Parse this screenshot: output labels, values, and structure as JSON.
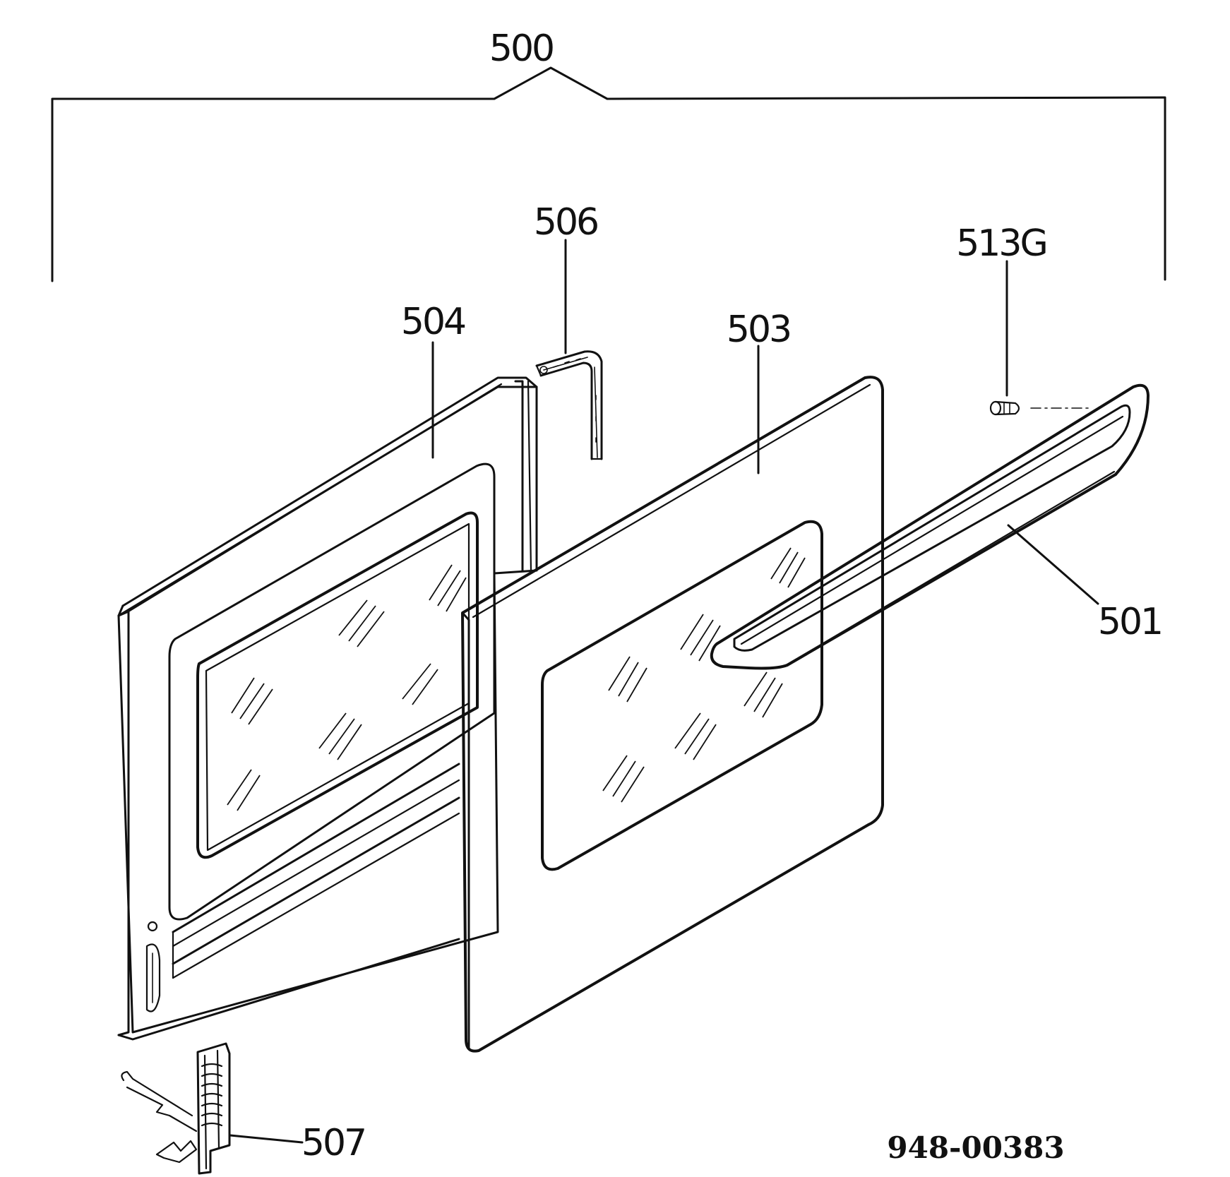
{
  "diagram": {
    "assembly_label": "500",
    "drawing_number": "948-00383",
    "parts": [
      {
        "id": "504",
        "label": "504"
      },
      {
        "id": "506",
        "label": "506"
      },
      {
        "id": "503",
        "label": "503"
      },
      {
        "id": "513G",
        "label": "513G"
      },
      {
        "id": "501",
        "label": "501"
      },
      {
        "id": "507",
        "label": "507"
      }
    ]
  }
}
